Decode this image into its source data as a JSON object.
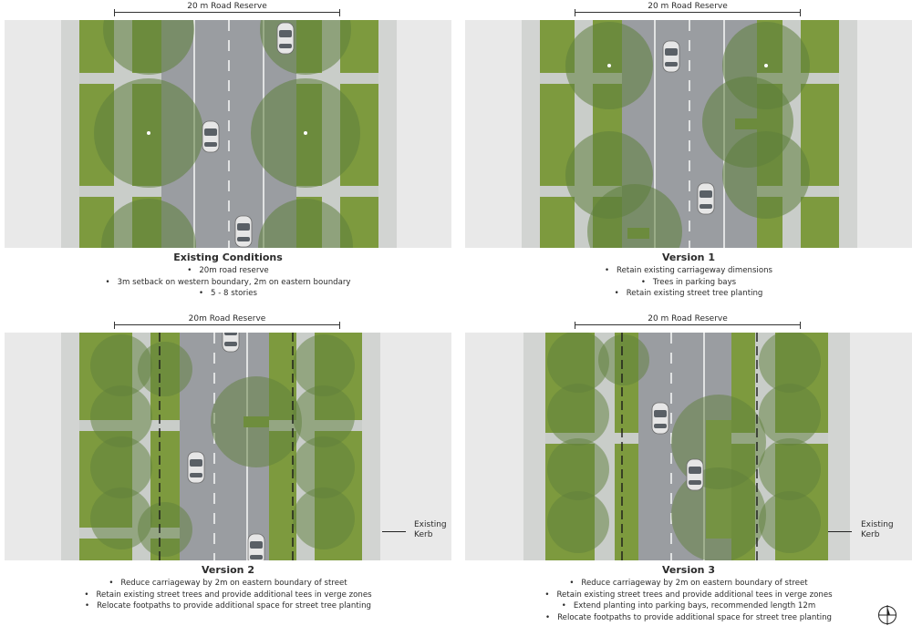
{
  "reserve_label": "20 m Road Reserve",
  "reserve_label_alt": "20m Road Reserve",
  "kerb_label": [
    "Existing",
    "Kerb"
  ],
  "panels": [
    {
      "title": "Existing Conditions",
      "bullets": [
        "20m road reserve",
        "3m setback on western boundary, 2m on eastern boundary",
        "5 - 8 stories"
      ]
    },
    {
      "title": "Version 1",
      "bullets": [
        "Retain existing carriageway dimensions",
        "Trees in parking bays",
        "Retain existing street tree planting"
      ]
    },
    {
      "title": "Version 2",
      "bullets": [
        "Reduce carriageway by 2m on eastern boundary of street",
        "Retain existing street trees and provide additional tees in verge zones",
        "Relocate footpaths to provide additional space for street tree planting"
      ]
    },
    {
      "title": "Version 3",
      "bullets": [
        "Reduce carriageway by 2m on eastern boundary of street",
        "Retain existing street trees and provide additional tees in verge zones",
        "Extend planting into parking bays, recommended length 12m",
        "Relocate footpaths to provide additional space for street tree planting"
      ]
    }
  ],
  "colors": {
    "building": "#e9e9e9",
    "grass": "#7d9a3e",
    "footpath": "#c9cdc9",
    "road": "#9a9da1",
    "canopy": "#5f7f3c",
    "kerb_dash": "#1a1a1a"
  },
  "icons": [
    "car-icon",
    "tree-canopy-icon",
    "north-arrow-icon"
  ]
}
